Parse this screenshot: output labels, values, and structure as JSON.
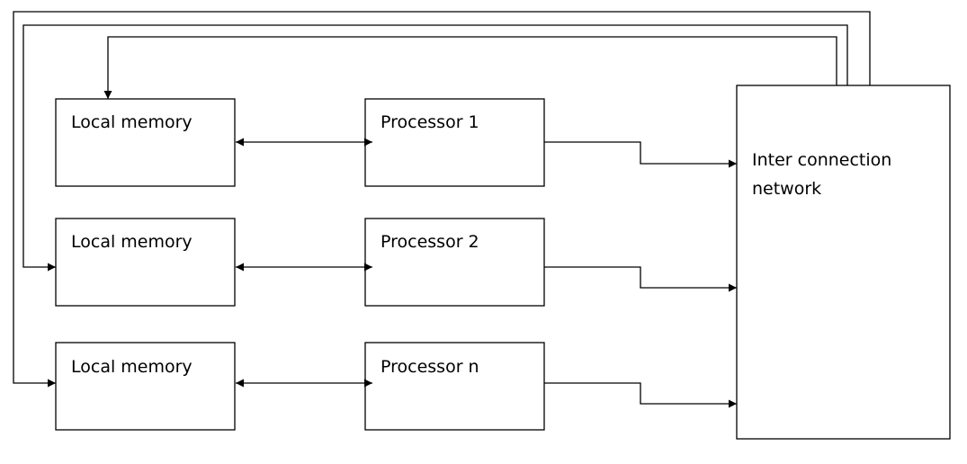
{
  "diagram": {
    "memories": [
      "Local memory",
      "Local memory",
      "Local memory"
    ],
    "processors": [
      "Processor 1",
      "Processor 2",
      "Processor n"
    ],
    "network": {
      "line1": "Inter connection",
      "line2": "network"
    }
  }
}
